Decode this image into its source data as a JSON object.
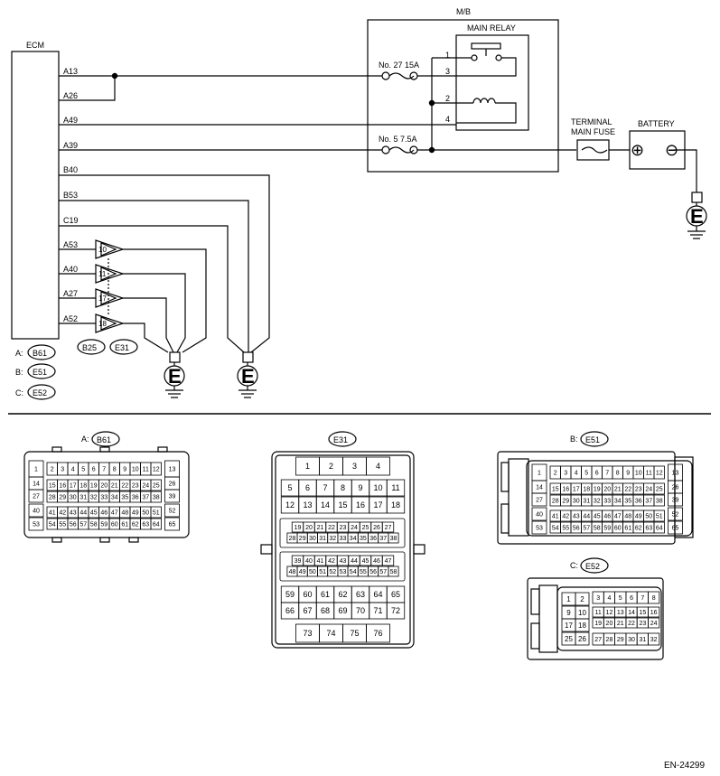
{
  "diagram": {
    "ecm_label": "ECM",
    "mb_label": "M/B",
    "main_relay_label": "MAIN RELAY",
    "terminal_main_fuse_label": [
      "TERMINAL",
      "MAIN FUSE"
    ],
    "battery_label": "BATTERY",
    "fuse_27_label": "No. 27  15A",
    "fuse_5_label": "No. 5  7.5A",
    "relay_pins": [
      "1",
      "3",
      "2",
      "4"
    ],
    "ecm_pins": [
      "A13",
      "A26",
      "A49",
      "A39",
      "B40",
      "B53",
      "C19",
      "A53",
      "A40",
      "A27",
      "A52"
    ],
    "joint_numbers": [
      "10",
      "11",
      "17",
      "18"
    ],
    "joint_connectors": [
      "B25",
      "E31"
    ],
    "connector_keys": [
      {
        "letter": "A:",
        "id": "B61"
      },
      {
        "letter": "B:",
        "id": "E51"
      },
      {
        "letter": "C:",
        "id": "E52"
      }
    ],
    "ground_symbol": "E",
    "battery_plus": "⊕",
    "battery_minus": "⊖"
  },
  "connectors": {
    "b61": {
      "title_letter": "A:",
      "title_id": "B61",
      "left_col": [
        "1",
        "14",
        "27",
        "40",
        "53"
      ],
      "right_col": [
        "13",
        "26",
        "39",
        "52",
        "65"
      ],
      "rows": [
        [
          "2",
          "3",
          "4",
          "5",
          "6",
          "7",
          "8",
          "9",
          "10",
          "11",
          "12"
        ],
        [
          "15",
          "16",
          "17",
          "18",
          "19",
          "20",
          "21",
          "22",
          "23",
          "24",
          "25"
        ],
        [
          "28",
          "29",
          "30",
          "31",
          "32",
          "33",
          "34",
          "35",
          "36",
          "37",
          "38"
        ],
        [
          "41",
          "42",
          "43",
          "44",
          "45",
          "46",
          "47",
          "48",
          "49",
          "50",
          "51"
        ],
        [
          "54",
          "55",
          "56",
          "57",
          "58",
          "59",
          "60",
          "61",
          "62",
          "63",
          "64"
        ]
      ]
    },
    "e31": {
      "title_id": "E31",
      "rows": [
        [
          "1",
          "2",
          "3",
          "4"
        ],
        [
          "5",
          "6",
          "7",
          "8",
          "9",
          "10",
          "11"
        ],
        [
          "12",
          "13",
          "14",
          "15",
          "16",
          "17",
          "18"
        ],
        [
          "19",
          "20",
          "21",
          "22",
          "23",
          "24",
          "25",
          "26",
          "27"
        ],
        [
          "28",
          "29",
          "30",
          "31",
          "32",
          "33",
          "34",
          "35",
          "36",
          "37",
          "38"
        ],
        [
          "39",
          "40",
          "41",
          "42",
          "43",
          "44",
          "45",
          "46",
          "47"
        ],
        [
          "48",
          "49",
          "50",
          "51",
          "52",
          "53",
          "54",
          "55",
          "56",
          "57",
          "58"
        ],
        [
          "59",
          "60",
          "61",
          "62",
          "63",
          "64",
          "65"
        ],
        [
          "66",
          "67",
          "68",
          "69",
          "70",
          "71",
          "72"
        ],
        [
          "73",
          "74",
          "75",
          "76"
        ]
      ]
    },
    "e51": {
      "title_letter": "B:",
      "title_id": "E51",
      "left_col": [
        "1",
        "14",
        "27",
        "40",
        "53"
      ],
      "right_col": [
        "13",
        "26",
        "39",
        "52",
        "65"
      ],
      "rows": [
        [
          "2",
          "3",
          "4",
          "5",
          "6",
          "7",
          "8",
          "9",
          "10",
          "11",
          "12"
        ],
        [
          "15",
          "16",
          "17",
          "18",
          "19",
          "20",
          "21",
          "22",
          "23",
          "24",
          "25"
        ],
        [
          "28",
          "29",
          "30",
          "31",
          "32",
          "33",
          "34",
          "35",
          "36",
          "37",
          "38"
        ],
        [
          "41",
          "42",
          "43",
          "44",
          "45",
          "46",
          "47",
          "48",
          "49",
          "50",
          "51"
        ],
        [
          "54",
          "55",
          "56",
          "57",
          "58",
          "59",
          "60",
          "61",
          "62",
          "63",
          "64"
        ]
      ]
    },
    "e52": {
      "title_letter": "C:",
      "title_id": "E52",
      "left_grid": [
        [
          "1",
          "2"
        ],
        [
          "9",
          "10"
        ],
        [
          "17",
          "18"
        ],
        [
          "25",
          "26"
        ]
      ],
      "right_rows": [
        [
          "3",
          "4",
          "5",
          "6",
          "7",
          "8"
        ],
        [
          "11",
          "12",
          "13",
          "14",
          "15",
          "16"
        ],
        [
          "19",
          "20",
          "21",
          "22",
          "23",
          "24"
        ],
        [
          "27",
          "28",
          "29",
          "30",
          "31",
          "32"
        ]
      ]
    }
  },
  "footer": {
    "code": "EN-24299"
  }
}
